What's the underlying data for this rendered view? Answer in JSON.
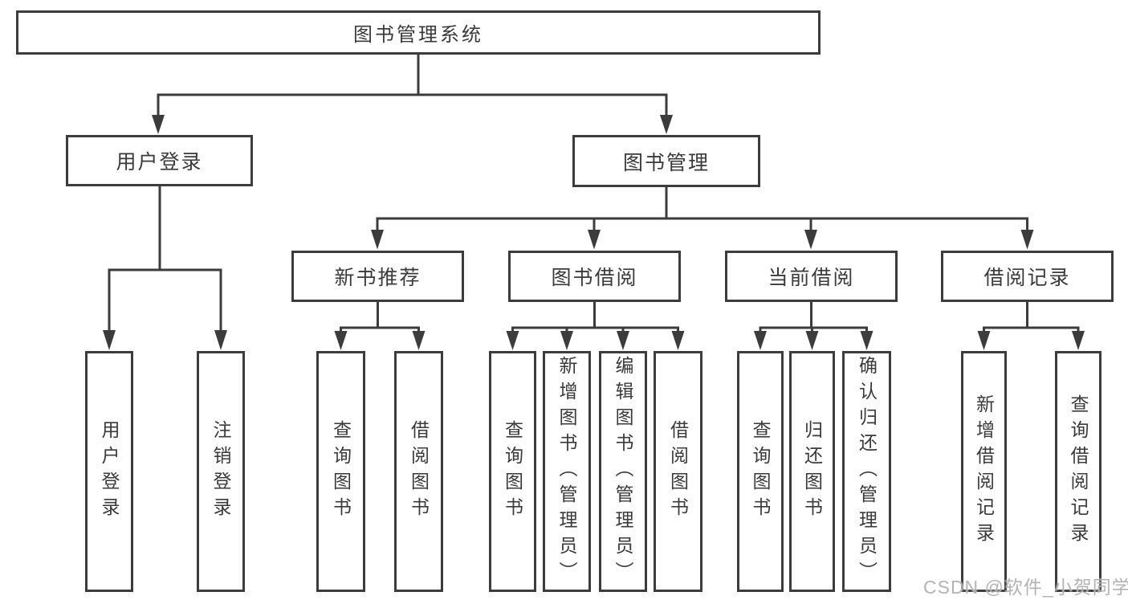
{
  "watermark": "CSDN @软件_小贺同学",
  "colors": {
    "line": "#3c3c3c",
    "text": "#3a3a3a",
    "box_background": "#ffffff",
    "watermark_color": "#a8a8aa"
  },
  "tree": {
    "root": "图书管理系统",
    "children": [
      {
        "label": "用户登录",
        "leaves": [
          "用户登录",
          "注销登录"
        ]
      },
      {
        "label": "图书管理",
        "children": [
          {
            "label": "新书推荐",
            "leaves": [
              "查询图书",
              "借阅图书"
            ]
          },
          {
            "label": "图书借阅",
            "leaves": [
              "查询图书",
              "新增图书（管理员）",
              "编辑图书（管理员）",
              "借阅图书"
            ]
          },
          {
            "label": "当前借阅",
            "leaves": [
              "查询图书",
              "归还图书",
              "确认归还（管理员）"
            ]
          },
          {
            "label": "借阅记录",
            "leaves": [
              "新增借阅记录",
              "查询借阅记录"
            ]
          }
        ]
      }
    ]
  }
}
